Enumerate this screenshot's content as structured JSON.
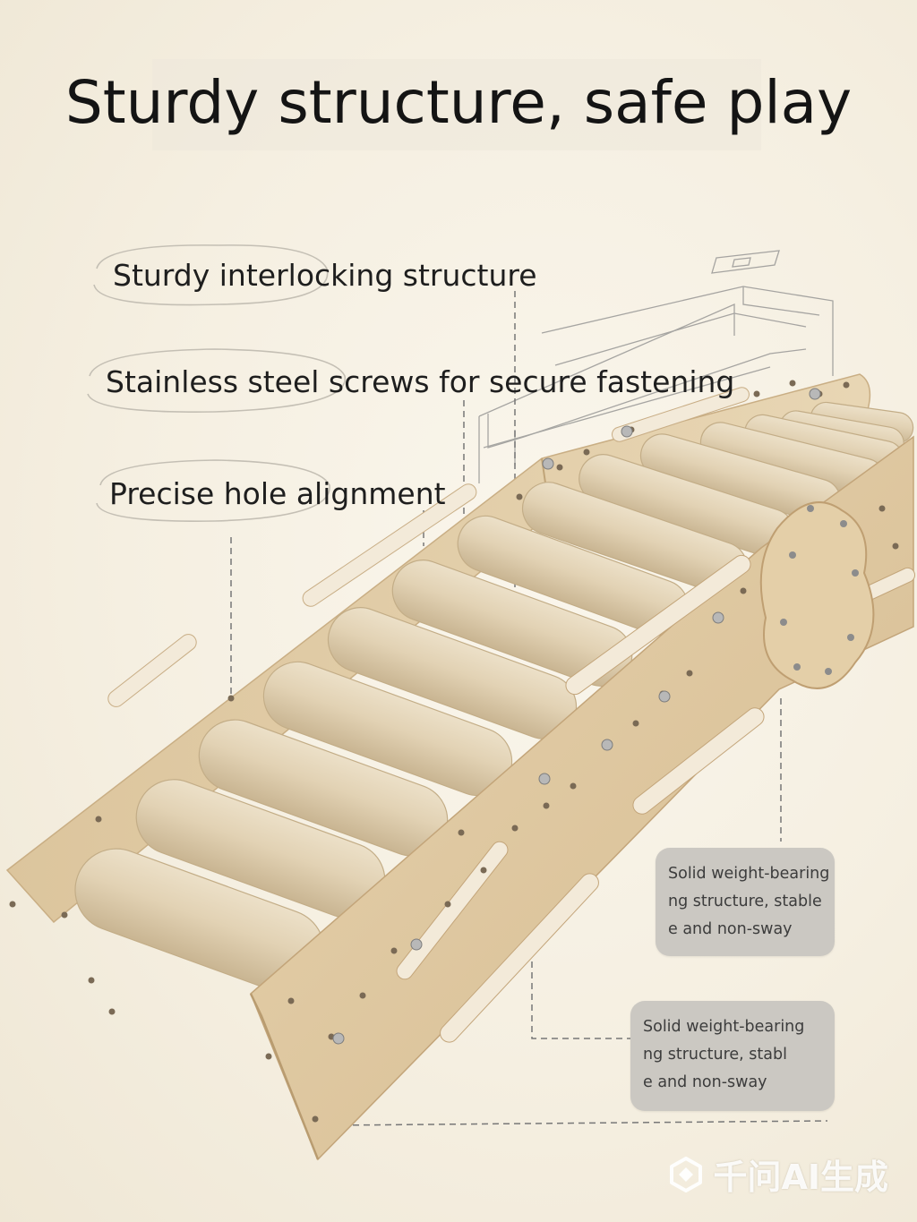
{
  "title": "Sturdy structure, safe play",
  "callouts": [
    "Sturdy interlocking structure",
    "Stainless steel screws for secure fastening",
    "Precise hole alignment"
  ],
  "cards": [
    {
      "lines": [
        "Solid weight-bearing",
        "ng structure, stable",
        "e and non-sway"
      ]
    },
    {
      "lines": [
        "Solid weight-bearing",
        "ng structure, stabl",
        "e and non-sway"
      ]
    }
  ],
  "watermark": "千问AI生成",
  "colors": {
    "background": "#f6f1e4",
    "wood": "#ddc6a0",
    "roller": "#e3d3b7",
    "card": "#cbc8c2",
    "text": "#141414"
  }
}
